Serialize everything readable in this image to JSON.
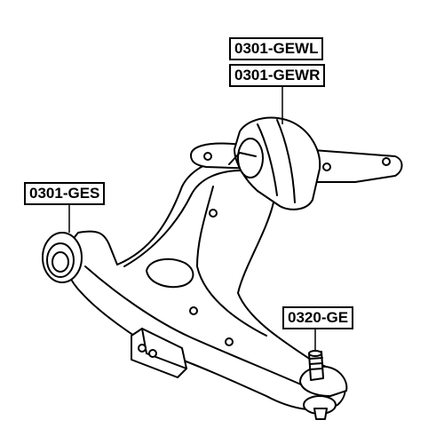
{
  "labels": {
    "gewl": "0301-GEWL",
    "gewr": "0301-GEWR",
    "ges": "0301-GES",
    "ge": "0320-GE"
  },
  "colors": {
    "stroke": "#000000",
    "fill": "#ffffff"
  }
}
